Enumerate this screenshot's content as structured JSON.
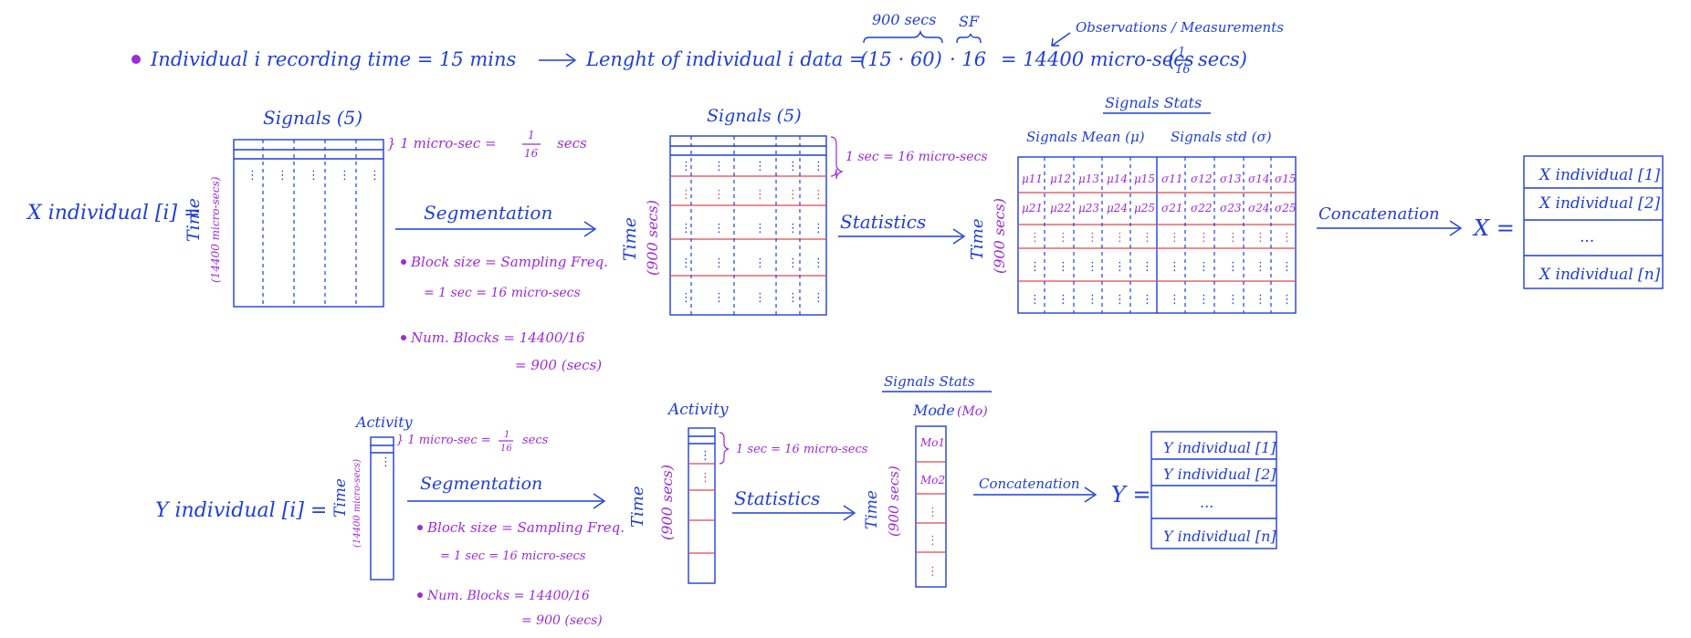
{
  "colors": {
    "ink": "#1f3fd8",
    "accent": "#9b2bdb",
    "block_divider": "#e0484f"
  },
  "header": {
    "bullet_text": "Individual i recording time = 15 mins",
    "length_text": "Lenght of individual i data =",
    "formula_paren": "(15 · 60)",
    "formula_mult": "· 16",
    "result": "= 14400 micro-secs",
    "unit_open": "(",
    "unit_num": "1",
    "unit_den": "16",
    "unit_close": "secs)",
    "brace_label_secs": "900 secs",
    "brace_label_sf": "SF",
    "obs_label": "Observations / Measurements"
  },
  "x_row": {
    "var_label": "X individual [i]  =",
    "signals_title": "Signals (5)",
    "time_label": "Time",
    "time_sub": "(14400 micro-secs)",
    "micro_sec_note": "} 1 micro-sec =",
    "micro_frac_num": "1",
    "micro_frac_den": "16",
    "micro_frac_unit": "secs",
    "segmentation": "Segmentation",
    "block_size": "Block size = Sampling Freq.",
    "block_size_2": "= 1 sec = 16 micro-secs",
    "num_blocks": "Num. Blocks = 14400/16",
    "num_blocks_2": "= 900 (secs)",
    "seg_title": "Signals (5)",
    "seg_time": "Time",
    "seg_time_sub": "(900 secs)",
    "sec_note": "1 sec = 16 micro-secs",
    "statistics": "Statistics",
    "stats_title": "Signals Stats",
    "mean_label": "Signals Mean (μ)",
    "std_label": "Signals std (σ)",
    "stats_time": "Time",
    "stats_time_sub": "(900 secs)",
    "mu_row1": [
      "μ11",
      "μ12",
      "μ13",
      "μ14",
      "μ15"
    ],
    "mu_row2": [
      "μ21",
      "μ22",
      "μ23",
      "μ24",
      "μ25"
    ],
    "sigma_row1": [
      "σ11",
      "σ12",
      "σ13",
      "σ14",
      "σ15"
    ],
    "sigma_row2": [
      "σ21",
      "σ22",
      "σ23",
      "σ24",
      "σ25"
    ],
    "concatenation": "Concatenation",
    "result_var": "X =",
    "stack": [
      "X individual [1]",
      "X individual [2]",
      "...",
      "X individual [n]"
    ]
  },
  "y_row": {
    "var_label": "Y individual [i]  =",
    "activity_title": "Activity",
    "time_label": "Time",
    "time_sub": "(14400 micro-secs)",
    "micro_sec_note": "} 1 micro-sec =",
    "micro_frac_num": "1",
    "micro_frac_den": "16",
    "micro_frac_unit": "secs",
    "segmentation": "Segmentation",
    "block_size": "Block size = Sampling Freq.",
    "block_size_2": "= 1 sec = 16 micro-secs",
    "num_blocks": "Num. Blocks = 14400/16",
    "num_blocks_2": "= 900 (secs)",
    "seg_title": "Activity",
    "seg_time": "Time",
    "seg_time_sub": "(900 secs)",
    "sec_note": "1 sec = 16 micro-secs",
    "statistics": "Statistics",
    "stats_title": "Signals Stats",
    "mode_label": "Mode",
    "mode_sym": "(Mo)",
    "stats_time": "Time",
    "stats_time_sub": "(900 secs)",
    "mode_cells": [
      "Mo1",
      "Mo2"
    ],
    "concatenation": "Concatenation",
    "result_var": "Y =",
    "stack": [
      "Y individual [1]",
      "Y individual [2]",
      "...",
      "Y individual [n]"
    ]
  }
}
